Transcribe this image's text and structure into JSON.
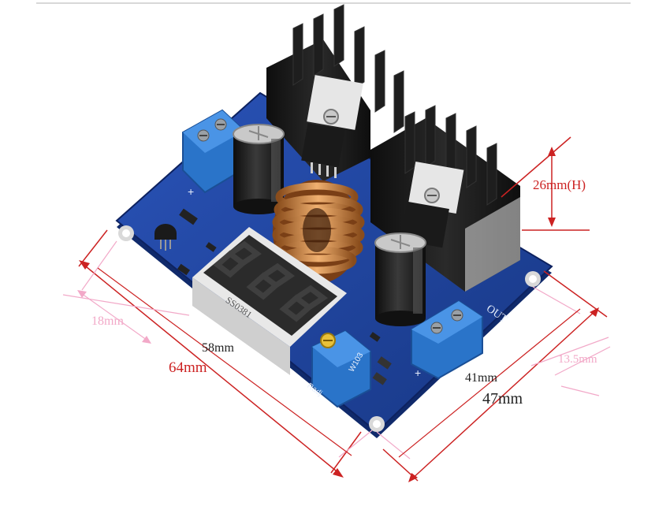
{
  "photo": {
    "subject": "pcb-module",
    "colors": {
      "pcb": "#1d3f9b",
      "pcb_dark": "#142e78",
      "heatsink": "#1b1b1b",
      "terminal": "#2a74c9",
      "display": "#2b2b2b",
      "segment_lit": "#e8192c",
      "coil": "#c87d3a",
      "dimension_red": "#cc2222",
      "dimension_pink": "#f2a9c8"
    }
  },
  "dimensions": {
    "height": "26mm(H)",
    "width_total": "64mm",
    "width_holes": "58mm",
    "offset_left": "18mm",
    "depth_total": "47mm",
    "depth_holes": "41mm",
    "offset_right": "13.5mm"
  },
  "board_text": {
    "out_label": "OUT",
    "plus_label": "+",
    "pot_label": "Radj",
    "pot_code": "W103",
    "display_code": "SS0381"
  }
}
